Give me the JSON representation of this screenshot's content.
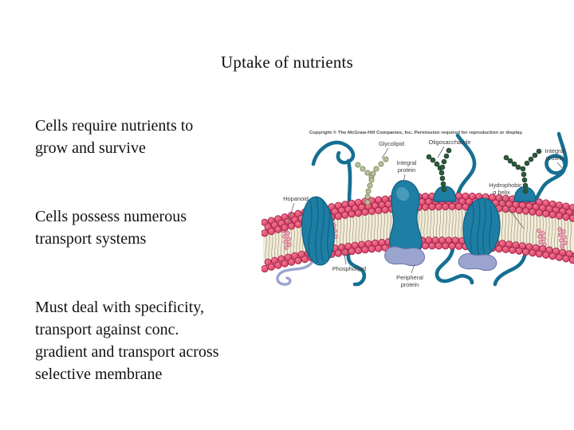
{
  "slide": {
    "title": "Uptake of nutrients",
    "bullets": [
      {
        "lines": [
          "Cells require nutrients to",
          "grow and survive"
        ]
      },
      {
        "lines": [
          "Cells possess numerous",
          "transport systems"
        ]
      },
      {
        "lines": [
          "Must deal with specificity,",
          "transport against conc.",
          "gradient and transport across",
          "selective membrane"
        ]
      }
    ]
  },
  "figure": {
    "copyright": "Copyright © The McGraw-Hill Companies, Inc. Permission required for reproduction or display.",
    "labels": {
      "glycolipid": "Glycolipid",
      "oligosaccharide": "Oligosaccharide",
      "integral_center_l1": "Integral",
      "integral_center_l2": "protein",
      "integral_right_l1": "Integral",
      "integral_right_l2": "protein",
      "hydrophobic_l1": "Hydrophobic",
      "hydrophobic_l2": "α helix",
      "hopanoid": "Hopanoid",
      "phospholipid": "Phospholipid",
      "peripheral_l1": "Peripheral",
      "peripheral_l2": "protein"
    },
    "colors": {
      "protein_teal": "#1e7ea4",
      "protein_outline": "#0d5e82",
      "strand_teal": "#156f92",
      "bead_red": "#dd4065",
      "bead_red_dark": "#a31f48",
      "bead_highlight": "#ef7b92",
      "tails_cream": "#f2ecd9",
      "tail_line": "#968e70",
      "glycolipid_olive": "#b9bf9b",
      "glycolipid_outline": "#75804f",
      "oligosaccharide_green": "#2f5a3d",
      "oligosaccharide_outline": "#1d3f29",
      "peripheral_lavender": "#9ba3cf",
      "peripheral_outline": "#6c76ab",
      "hopanoid_pink": "#f0b4c2",
      "hopanoid_outline": "#c64a6e",
      "label_text": "#3a3a3a"
    }
  }
}
